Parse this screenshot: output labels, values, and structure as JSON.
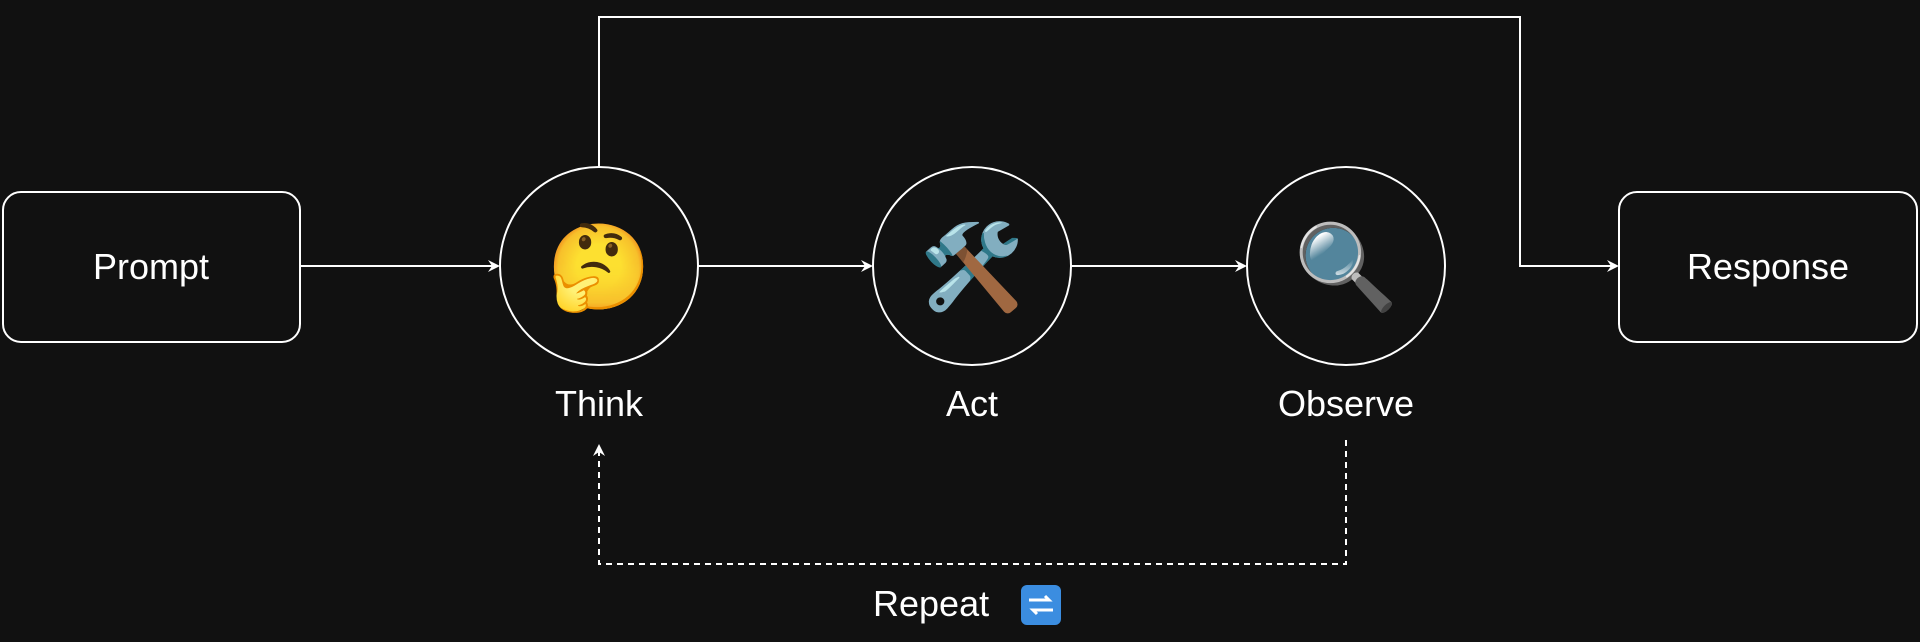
{
  "nodes": {
    "prompt": {
      "label": "Prompt"
    },
    "think": {
      "label": "Think",
      "icon": "🤔"
    },
    "act": {
      "label": "Act",
      "icon": "🛠️"
    },
    "observe": {
      "label": "Observe",
      "icon": "🔍"
    },
    "response": {
      "label": "Response"
    }
  },
  "loop": {
    "label": "Repeat",
    "icon": "🔁"
  },
  "colors": {
    "background": "#111111",
    "stroke": "#ffffff",
    "text": "#ffffff"
  }
}
